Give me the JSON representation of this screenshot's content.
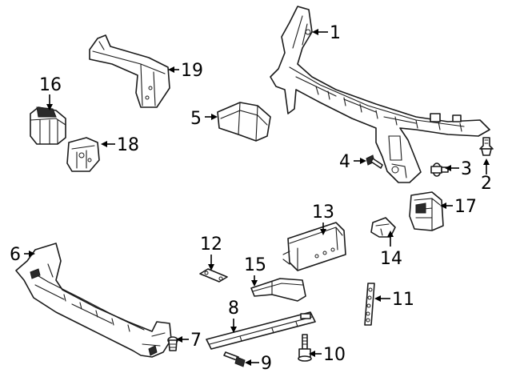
{
  "callouts": [
    {
      "id": 1,
      "label": "1"
    },
    {
      "id": 2,
      "label": "2"
    },
    {
      "id": 3,
      "label": "3"
    },
    {
      "id": 4,
      "label": "4"
    },
    {
      "id": 5,
      "label": "5"
    },
    {
      "id": 6,
      "label": "6"
    },
    {
      "id": 7,
      "label": "7"
    },
    {
      "id": 8,
      "label": "8"
    },
    {
      "id": 9,
      "label": "9"
    },
    {
      "id": 10,
      "label": "10"
    },
    {
      "id": 11,
      "label": "11"
    },
    {
      "id": 12,
      "label": "12"
    },
    {
      "id": 13,
      "label": "13"
    },
    {
      "id": 14,
      "label": "14"
    },
    {
      "id": 15,
      "label": "15"
    },
    {
      "id": 16,
      "label": "16"
    },
    {
      "id": 17,
      "label": "17"
    },
    {
      "id": 18,
      "label": "18"
    },
    {
      "id": 19,
      "label": "19"
    }
  ],
  "colors": {
    "line": "#1a1a1a",
    "background": "#ffffff"
  }
}
